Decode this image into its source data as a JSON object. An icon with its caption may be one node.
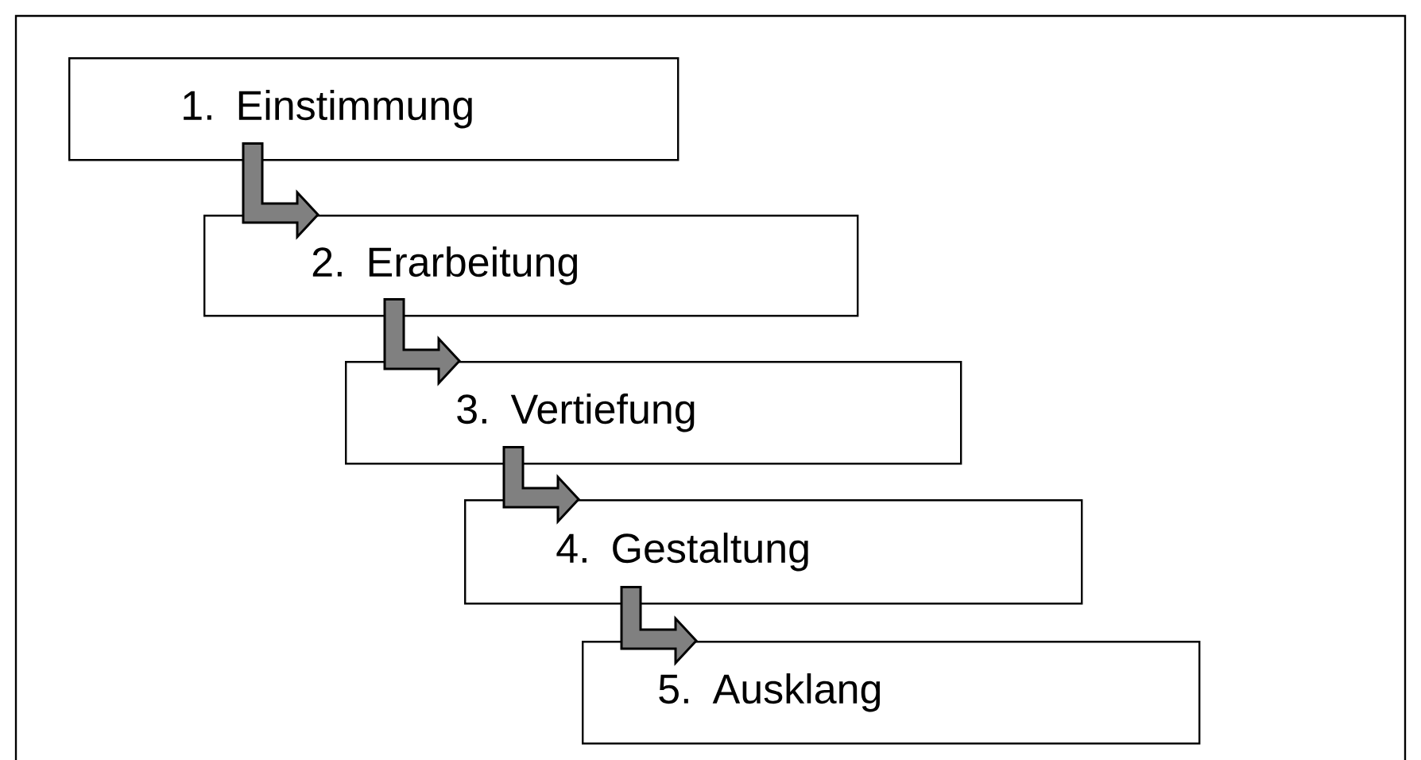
{
  "diagram": {
    "nodes": [
      {
        "text": [
          "1. Einstimmung"
        ]
      },
      {
        "text": [
          "2. Erarbeitung"
        ]
      },
      {
        "text": [
          "3. Vertiefung"
        ]
      },
      {
        "text": [
          "4. Gestaltung"
        ]
      },
      {
        "text": [
          "5. Ausklang"
        ]
      }
    ],
    "edges": [
      {
        "from": 0,
        "to": 1,
        "arrow": "to"
      },
      {
        "from": 1,
        "to": 2,
        "arrow": "to"
      },
      {
        "from": 2,
        "to": 3,
        "arrow": "to"
      },
      {
        "from": 3,
        "to": 4,
        "arrow": "to"
      }
    ]
  }
}
